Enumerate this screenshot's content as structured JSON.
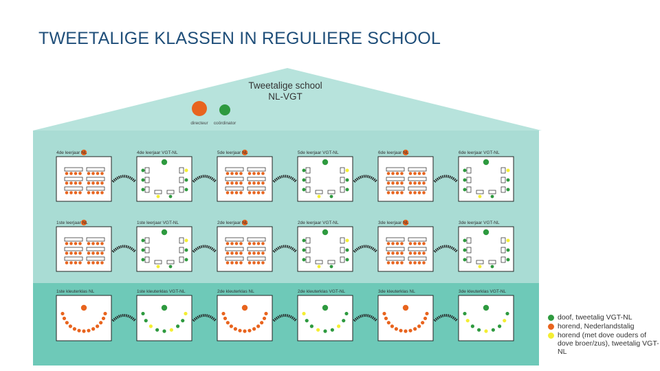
{
  "slide_title": "TWEETALIGE KLASSEN IN REGULIERE SCHOOL",
  "school": {
    "title_line1": "Tweetalige school",
    "title_line2": "NL-VGT",
    "staff": [
      {
        "label": "directeur",
        "kind": "hearing"
      },
      {
        "label": "coördinator",
        "kind": "deaf"
      }
    ]
  },
  "colors": {
    "roof_fill": "#b7e3dc",
    "upper_floor_fill": "#a9dcd4",
    "lower_floor_fill": "#6ec9b8",
    "deaf": "#2e9a3f",
    "hearing": "#e8641e",
    "coda": "#f4ee32",
    "room_border": "#222222",
    "connector": "#222222"
  },
  "rows": [
    {
      "level": "primary",
      "classes": [
        {
          "label": "4de leerjaar NL",
          "layout": "rows",
          "teacher": "hearing"
        },
        {
          "label": "4de leerjaar VGT-NL",
          "layout": "u",
          "teacher": "deaf"
        },
        {
          "label": "5de leerjaar NL",
          "layout": "rows",
          "teacher": "hearing"
        },
        {
          "label": "5de leerjaar VGT-NL",
          "layout": "u",
          "teacher": "deaf"
        },
        {
          "label": "6de leerjaar NL",
          "layout": "rows",
          "teacher": "hearing"
        },
        {
          "label": "6de leerjaar VGT-NL",
          "layout": "u",
          "teacher": "deaf"
        }
      ]
    },
    {
      "level": "primary",
      "classes": [
        {
          "label": "1ste leerjaar NL",
          "layout": "rows",
          "teacher": "hearing"
        },
        {
          "label": "1ste leerjaar VGT-NL",
          "layout": "u",
          "teacher": "deaf"
        },
        {
          "label": "2de leerjaar NL",
          "layout": "rows",
          "teacher": "hearing"
        },
        {
          "label": "2de leerjaar VGT-NL",
          "layout": "u",
          "teacher": "deaf"
        },
        {
          "label": "3de leerjaar NL",
          "layout": "rows",
          "teacher": "hearing"
        },
        {
          "label": "3de leerjaar VGT-NL",
          "layout": "u",
          "teacher": "deaf"
        }
      ]
    },
    {
      "level": "kindergarten",
      "classes": [
        {
          "label": "1ste kleuterklas NL",
          "layout": "arc",
          "teacher": "hearing"
        },
        {
          "label": "1ste kleuterklas VGT-NL",
          "layout": "arc",
          "teacher": "deaf"
        },
        {
          "label": "2de kleuterklas NL",
          "layout": "arc",
          "teacher": "hearing"
        },
        {
          "label": "2de kleuterklas VGT-NL",
          "layout": "arc",
          "teacher": "deaf"
        },
        {
          "label": "3de kleuterklas NL",
          "layout": "arc",
          "teacher": "hearing"
        },
        {
          "label": "3de kleuterklas VGT-NL",
          "layout": "arc",
          "teacher": "deaf"
        }
      ]
    }
  ],
  "legend": [
    {
      "kind": "deaf",
      "text": "doof, tweetalig VGT-NL"
    },
    {
      "kind": "hearing",
      "text": "horend, Nederlandstalig"
    },
    {
      "kind": "coda",
      "text": "horend (met dove ouders of dove broer/zus), tweetalig VGT-NL"
    }
  ]
}
